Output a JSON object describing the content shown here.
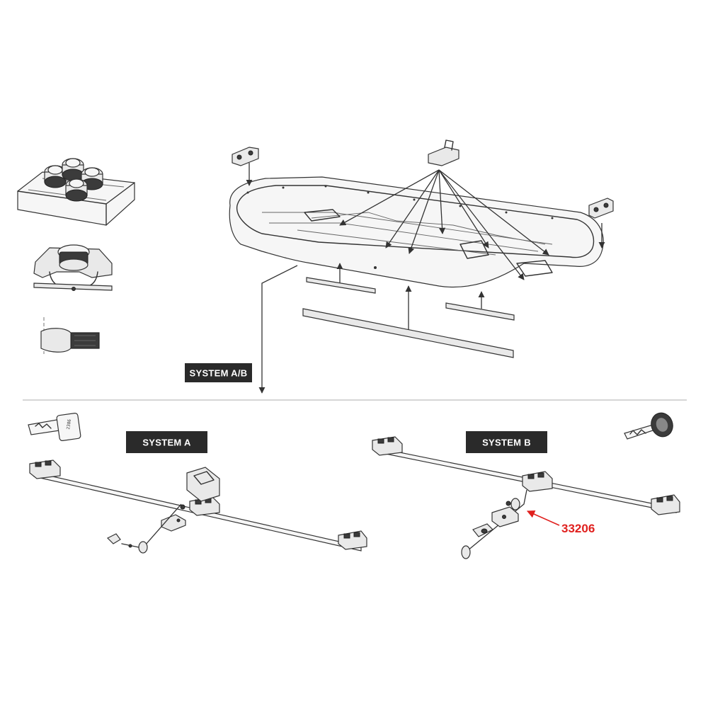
{
  "labels": {
    "system_ab": "SYSTEM A/B",
    "system_a": "SYSTEM A",
    "system_b": "SYSTEM B"
  },
  "callouts": {
    "part_number": "33206",
    "part_number_color": "#e0201e"
  },
  "key_a_text": "2386",
  "colors": {
    "label_background": "#2a2a2a",
    "label_text": "#ffffff",
    "line_art": "#333333",
    "divider": "#c8c8c8"
  }
}
